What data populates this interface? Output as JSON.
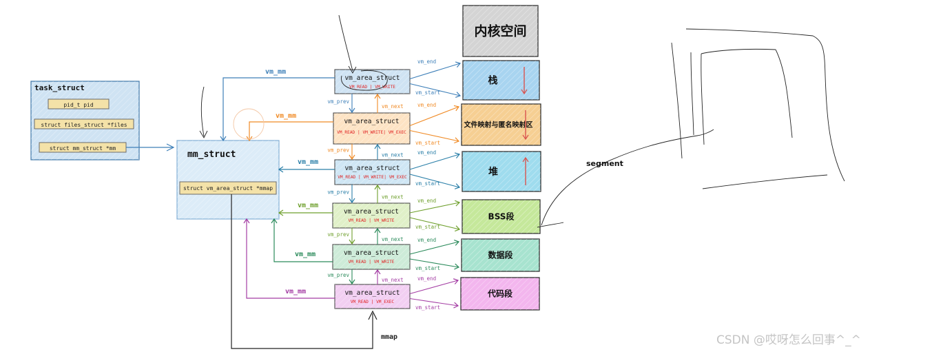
{
  "task_struct": {
    "title": "task_struct",
    "fields": [
      "pid_t  pid",
      "struct files_struct *files",
      "struct mm_struct    *mm"
    ]
  },
  "mm_struct": {
    "title": "mm_struct",
    "field": "struct vm_area_struct *mmap"
  },
  "vma_list": [
    {
      "name": "vm_area_struct",
      "flags": "VM_READ | VM_WRITE",
      "color": "#3d7fb8",
      "fill": "#cfe3f3"
    },
    {
      "name": "vm_area_struct",
      "flags": "VM_READ | VM_WRITE| VM_EXEC",
      "color": "#f08a24",
      "fill": "#fde3c4"
    },
    {
      "name": "vm_area_struct",
      "flags": "VM_READ | VM_WRITE| VM_EXEC",
      "color": "#2a7fa8",
      "fill": "#cfe6f4"
    },
    {
      "name": "vm_area_struct",
      "flags": "VM_READ | VM_WRITE",
      "color": "#6e9f2c",
      "fill": "#e0f0c8"
    },
    {
      "name": "vm_area_struct",
      "flags": "VM_READ | VM_WRITE",
      "color": "#2a8a5a",
      "fill": "#cdebd8"
    },
    {
      "name": "vm_area_struct",
      "flags": "VM_READ | VM_EXEC",
      "color": "#a33ca3",
      "fill": "#f2cff2"
    }
  ],
  "segments": [
    {
      "label": "内核空间",
      "fill": "#d4d4d4"
    },
    {
      "label": "栈",
      "fill": "#a8d4f0"
    },
    {
      "label": "文件映射与匿名映射区",
      "fill": "#f6cf93"
    },
    {
      "label": "堆",
      "fill": "#9fdcee"
    },
    {
      "label": "BSS段",
      "fill": "#c5e89b"
    },
    {
      "label": "数据段",
      "fill": "#a7e3cf"
    },
    {
      "label": "代码段",
      "fill": "#f3b6ee"
    }
  ],
  "labels": {
    "vm_mm": "vm_mm",
    "vm_end": "vm_end",
    "vm_start": "vm_start",
    "vm_prev": "vm_prev",
    "vm_next": "vm_next",
    "mmap": "mmap",
    "segment": "segment"
  },
  "watermark": "CSDN @哎呀怎么回事^_^"
}
